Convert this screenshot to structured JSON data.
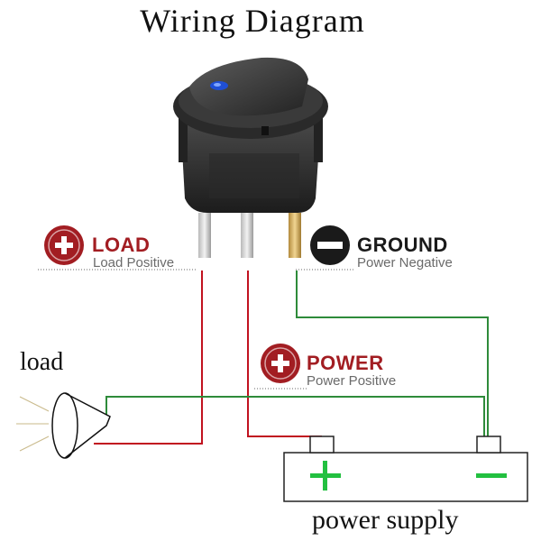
{
  "title": "Wiring Diagram",
  "terminals": {
    "load": {
      "label": "LOAD",
      "sub": "Load Positive",
      "symbol": "plus"
    },
    "ground": {
      "label": "GROUND",
      "sub": "Power Negative",
      "symbol": "minus"
    },
    "power": {
      "label": "POWER",
      "sub": "Power Positive",
      "symbol": "plus"
    }
  },
  "load_label": "load",
  "power_supply": {
    "label": "power supply",
    "positive": "+",
    "negative": "−"
  },
  "colors": {
    "red_badge": "#a21d22",
    "black_badge": "#1a1a1a",
    "wire_red": "#c1121f",
    "wire_green": "#2e8b3a",
    "supply_symbol": "#22c040",
    "switch_body": "#2b2b2b",
    "indicator_led": "#1f4fd6"
  }
}
